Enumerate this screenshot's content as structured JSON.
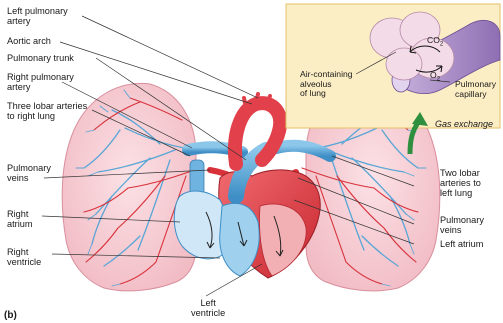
{
  "figure": {
    "panel_label": "(b)",
    "labels_left": [
      "Left pulmonary\nartery",
      "Aortic arch",
      "Pulmonary trunk",
      "Right pulmonary\nartery",
      "Three lobar arteries\nto right lung",
      "Pulmonary\nveins",
      "Right\natrium",
      "Right\nventricle"
    ],
    "labels_right": [
      "Two lobar\narteries to\nleft lung",
      "Pulmonary\nveins",
      "Left atrium"
    ],
    "label_bottom": "Left\nventricle",
    "inset": {
      "alveolus_label": "Air-containing\nalveolus\nof lung",
      "capillary_label": "Pulmonary\ncapillary",
      "co2": "CO",
      "co2_sub": "2",
      "o2": "O",
      "o2_sub": "2",
      "gas_exchange": "Gas exchange"
    }
  },
  "colors": {
    "lung_fill": "#f6cfd5",
    "lung_stroke": "#d88f9c",
    "artery_blue": "#5aa6d6",
    "vein_red": "#d8313a",
    "heart_red": "#e2404a",
    "inset_bg": "#fbedc4",
    "inset_border": "#e4c06a",
    "alveolus": "#f4dbe8",
    "capillary": "#a98bc4",
    "arrow_green": "#2e8f3e"
  }
}
